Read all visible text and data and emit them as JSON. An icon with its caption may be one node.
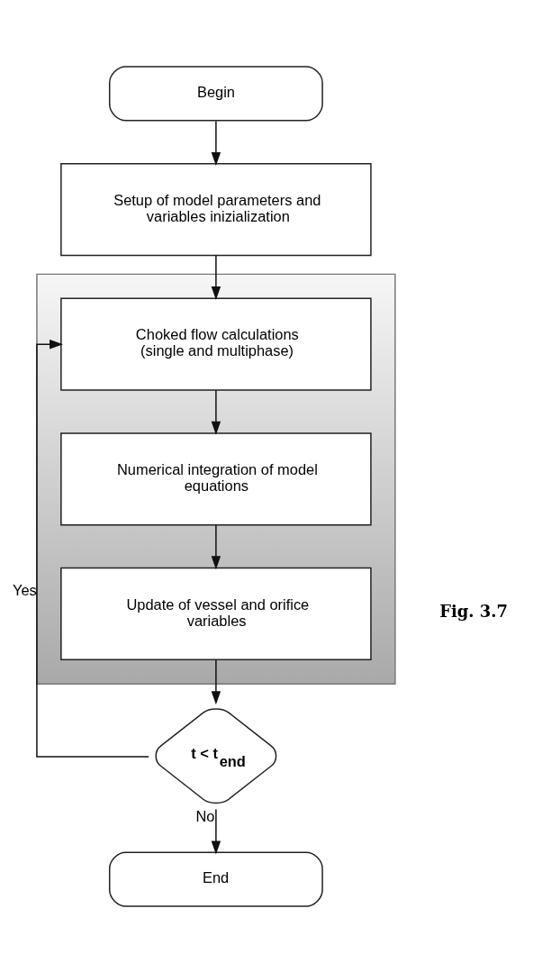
{
  "diagram": {
    "nodes": [
      {
        "text": [
          "Begin"
        ]
      },
      {
        "text": [
          "Setup of model parameters and variables inizialization"
        ]
      },
      {
        "text": [],
        "shape": "box"
      },
      {
        "text": [
          "Choked flow calculations (single and multiphase)"
        ],
        "in": 2
      },
      {
        "text": [
          "Numerical integration of model equations"
        ],
        "in": 2
      },
      {
        "text": [
          "Update of vessel and orifice variables"
        ],
        "in": 2
      },
      {
        "text": [
          "t < t$_{end}$"
        ]
      },
      {
        "text": [
          "End"
        ]
      }
    ],
    "edges": [
      {
        "from": 0,
        "to": 1,
        "arrow": "to"
      },
      {
        "from": 1,
        "to": 3,
        "arrow": "to"
      },
      {
        "from": 3,
        "to": 4,
        "arrow": "to"
      },
      {
        "from": 4,
        "to": 5,
        "arrow": "to"
      },
      {
        "from": 5,
        "to": 6,
        "arrow": "to"
      },
      {
        "from": 6,
        "to": 3,
        "label": "Yes",
        "arrow": "to"
      },
      {
        "from": 6,
        "to": 7,
        "label": "No",
        "arrow": "to"
      }
    ],
    "labels": [
      "Fig. 3.7"
    ]
  }
}
